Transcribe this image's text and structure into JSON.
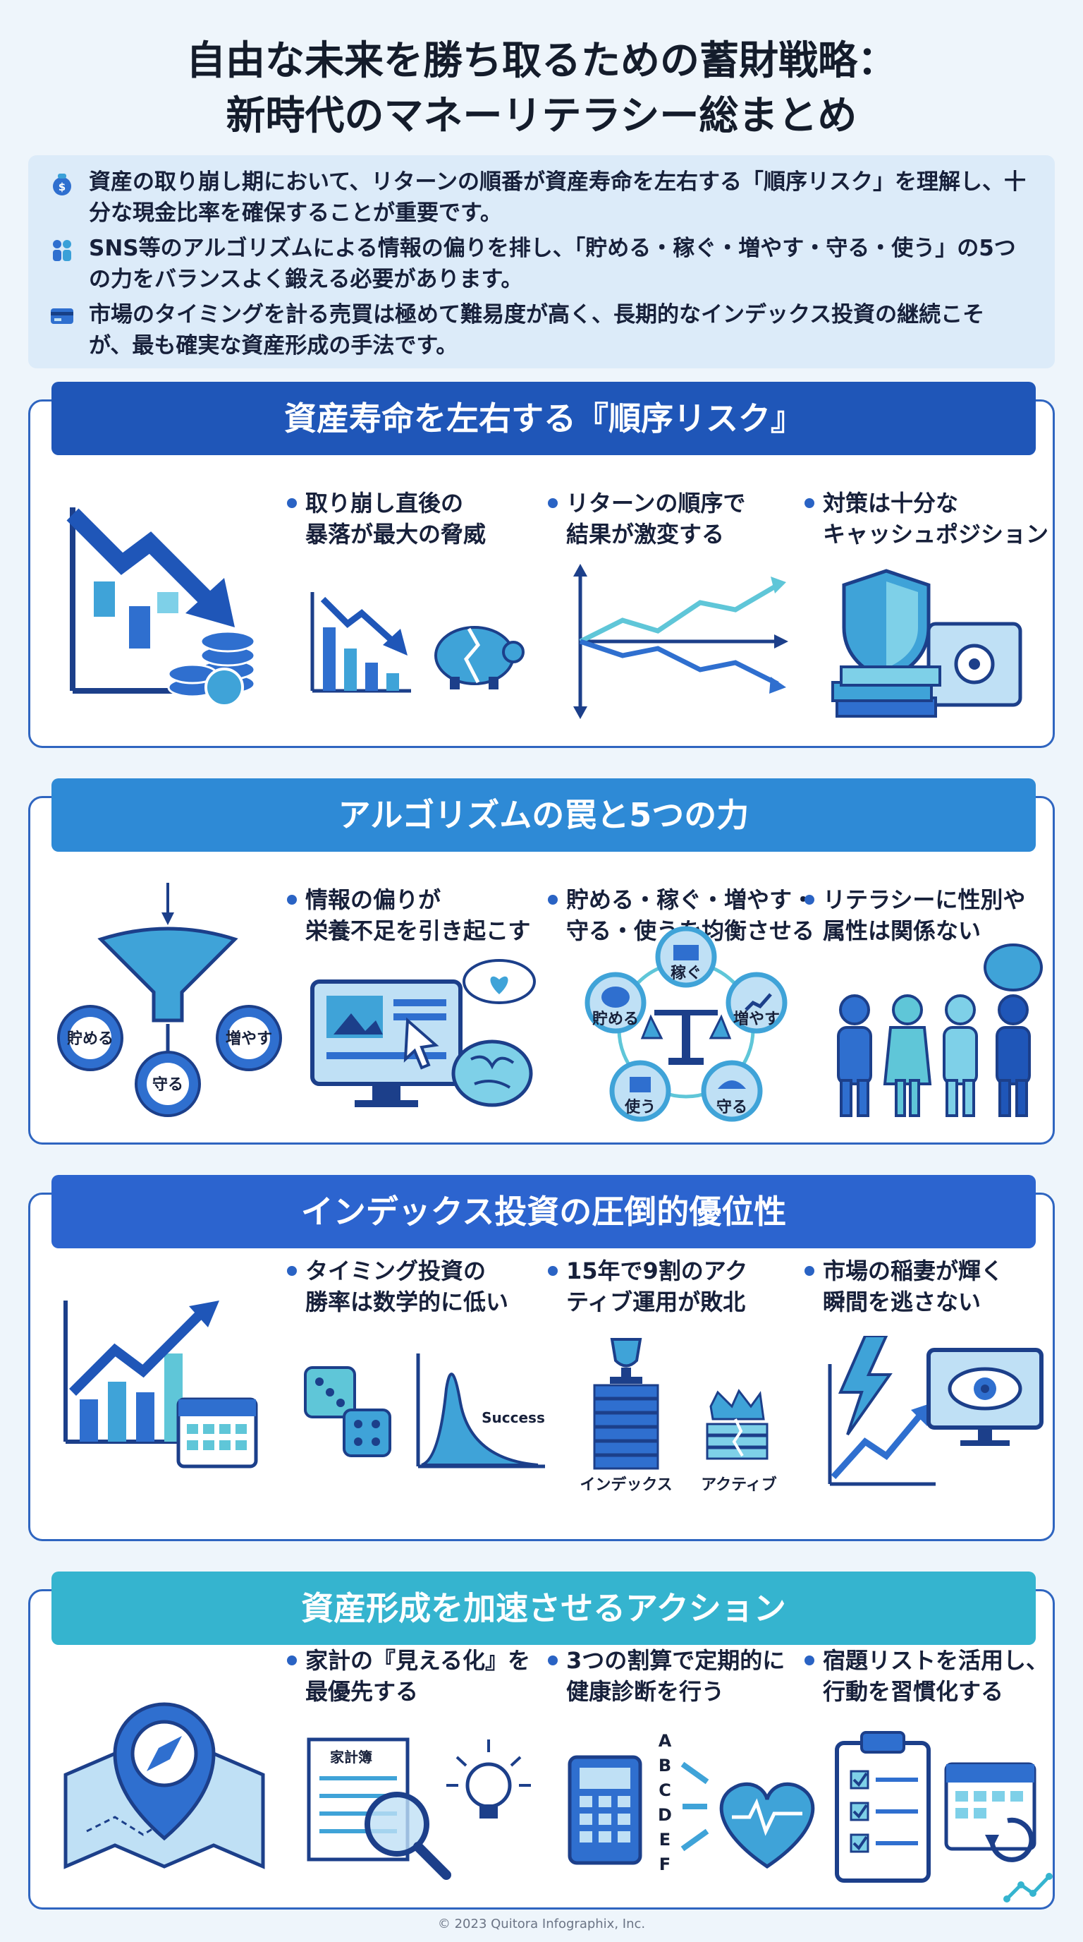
{
  "title": {
    "line1": "自由な未来を勝ち取るための蓄財戦略：",
    "line2": "新時代のマネーリテラシー総まとめ"
  },
  "summary": [
    {
      "icon": "money-bag-icon",
      "text": "資産の取り崩し期において、リターンの順番が資産寿命を左右する「順序リスク」を理解し、十分な現金比率を確保することが重要です。"
    },
    {
      "icon": "people-icon",
      "text": "SNS等のアルゴリズムによる情報の偏りを排し、「貯める・稼ぐ・増やす・守る・使う」の5つの力をバランスよく鍛える必要があります。"
    },
    {
      "icon": "card-icon",
      "text": "市場のタイミングを計る売買は極めて難易度が高く、長期的なインデックス投資の継続こそが、最も確実な資産形成の手法です。"
    }
  ],
  "sections": [
    {
      "header": "資産寿命を左右する『順序リスク』",
      "color": "#1f56b8",
      "bullets": [
        "取り崩し直後の\n暴落が最大の脅威",
        "リターンの順序で\n結果が激変する",
        "対策は十分な\nキャッシュポジション"
      ]
    },
    {
      "header": "アルゴリズムの罠と5つの力",
      "color": "#2e8ad6",
      "bullets": [
        "情報の偏りが\n栄養不足を引き起こす",
        "貯める・稼ぐ・増やす・\n守る・使うを均衡させる",
        "リテラシーに性別や\n属性は関係ない"
      ],
      "labels": {
        "save": "貯める",
        "increase": "増やす",
        "protect": "守る",
        "earn": "稼ぐ",
        "use": "使う"
      }
    },
    {
      "header": "インデックス投資の圧倒的優位性",
      "color": "#2c64cf",
      "bullets": [
        "タイミング投資の\n勝率は数学的に低い",
        "15年で9割のアク\nティブ運用が敗北",
        "市場の稲妻が輝く\n瞬間を逃さない"
      ],
      "labels": {
        "success": "Success",
        "index": "インデックス",
        "active": "アクティブ"
      }
    },
    {
      "header": "資産形成を加速させるアクション",
      "color": "#35b4cf",
      "bullets": [
        "家計の『見える化』を\n最優先する",
        "3つの割算で定期的に\n健康診断を行う",
        "宿題リストを活用し、\n行動を習慣化する"
      ],
      "labels": {
        "budget": "家計簿",
        "grades": [
          "A",
          "B",
          "C",
          "D",
          "E",
          "F"
        ]
      }
    }
  ],
  "footer": "© 2023 Quitora Infographix, Inc."
}
